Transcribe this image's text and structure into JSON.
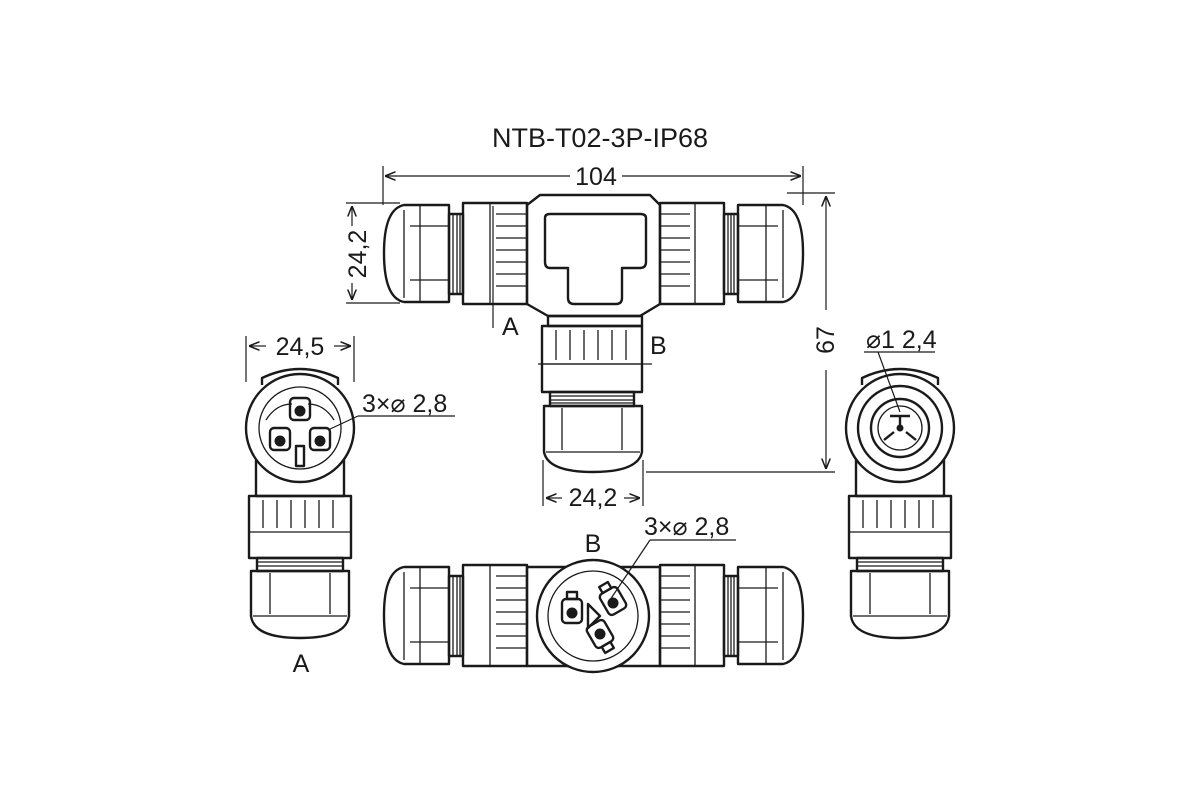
{
  "title": "NTB-T02-3P-IP68",
  "dimensions": {
    "overall_length": "104",
    "body_height": "24,2",
    "total_height": "67",
    "branch_width": "24,2",
    "side_width": "24,5",
    "pin_spec_side": "3×⌀ 2,8",
    "pin_spec_bottom": "3×⌀ 2,8",
    "socket_diameter": "⌀1 2,4"
  },
  "labels": {
    "port_a_top": "A",
    "port_b_top": "B",
    "port_b_bottom": "B",
    "port_a_side": "A"
  },
  "colors": {
    "line": "#1a1a1a",
    "background": "#ffffff"
  }
}
